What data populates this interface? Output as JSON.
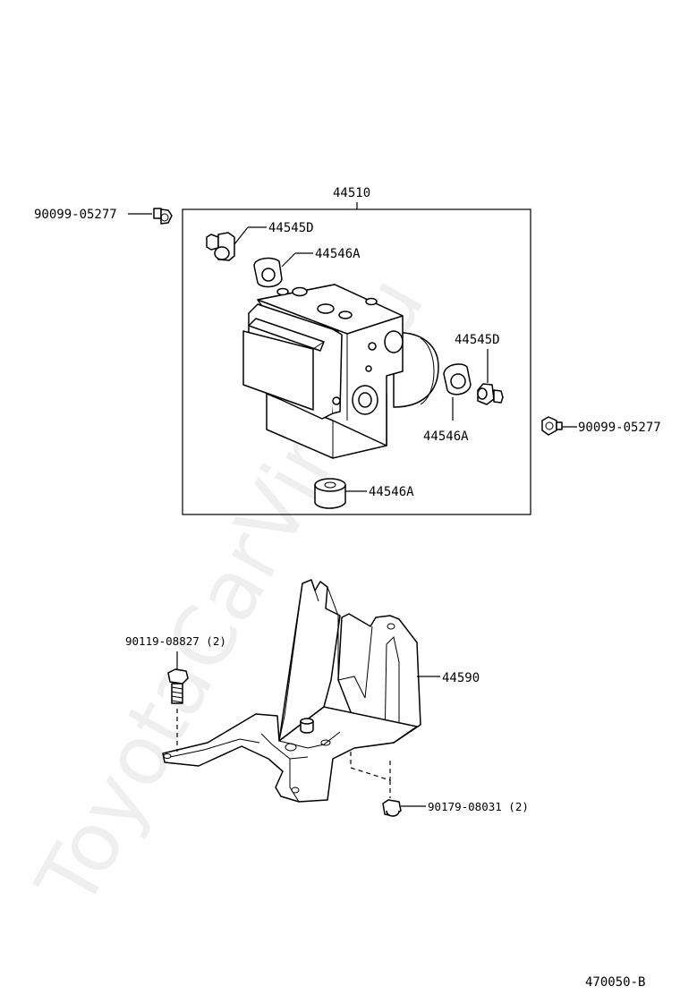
{
  "watermark": "ToyotaCarVine.ru",
  "diagram_code": "470050-B",
  "labels": {
    "assembly": "44510",
    "bolt_left_top": "90099-05277",
    "bolt_right": "90099-05277",
    "stud_upper": "44545D",
    "stud_lower": "44545D",
    "cushion_upper": "44546A",
    "cushion_right": "44546A",
    "cushion_bottom": "44546A",
    "bracket": "44590",
    "bracket_bolt": "90119-08827 (2)",
    "bracket_nut": "90179-08031 (2)"
  }
}
